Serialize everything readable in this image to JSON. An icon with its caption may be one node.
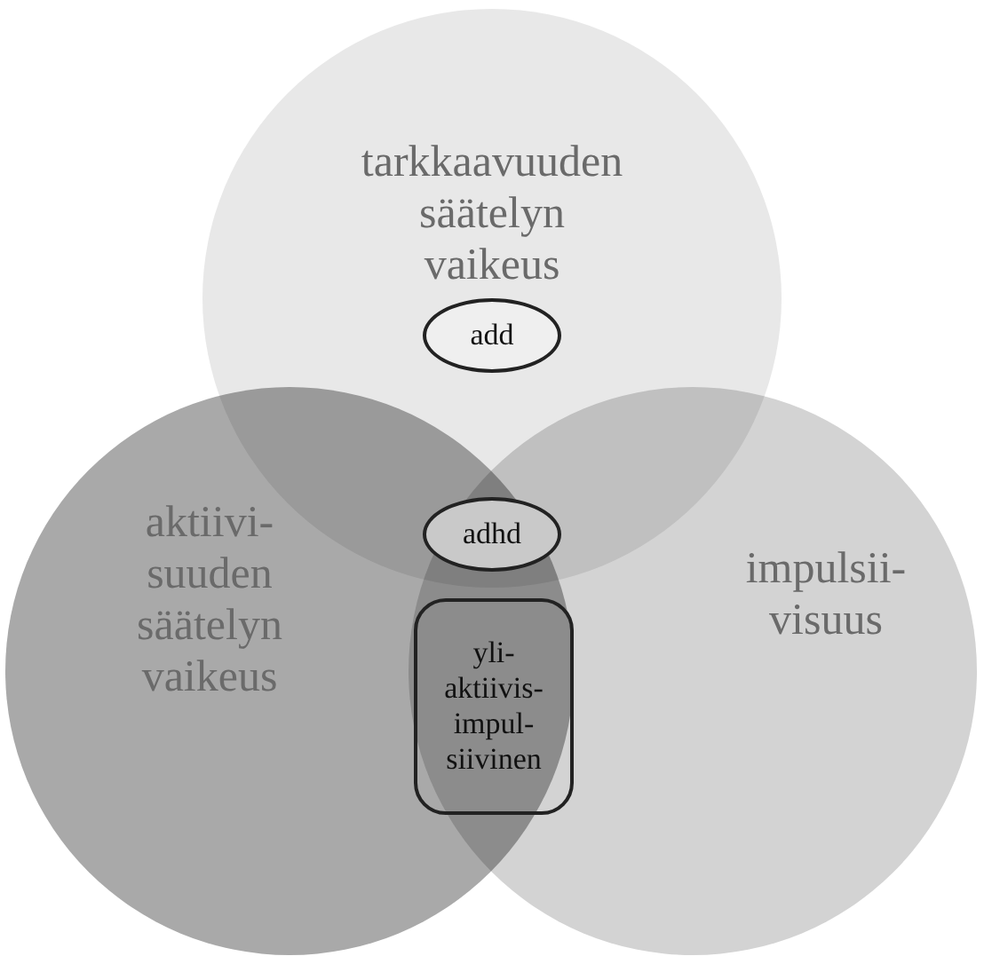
{
  "diagram": {
    "nodes": [
      {
        "text": [
          "tarkkaavuuden säätelyn vaikeus"
        ]
      },
      {
        "text": [
          "add"
        ],
        "in": 0
      },
      {
        "text": [
          "aktiivi- suuden säätelyn vaikeus"
        ]
      },
      {
        "text": [
          "impulsii- visuus"
        ]
      },
      {
        "text": [
          "adhd"
        ]
      },
      {
        "text": [
          "yli- aktiivis- impul- siivinen"
        ]
      }
    ]
  }
}
